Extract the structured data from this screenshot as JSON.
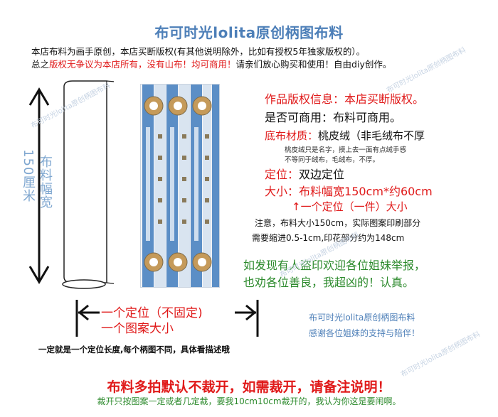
{
  "title": "布可时光lolita原创柄图布料",
  "intro": {
    "line1": "本店布料为画手原创，本店买断版权(有其他说明除外，比如有授权5年独家版权的）。",
    "line2_a": "总之",
    "line2_b": "版权无争议为本店所有，没有山布！均可商用！",
    "line2_c": "请亲们放心购买和使用！自由diy创作。"
  },
  "dimension": {
    "vertical_num": "150",
    "vertical_unit": "厘米",
    "vertical_text": "布料幅宽",
    "horizontal_line1": "一个定位（不固定)",
    "horizontal_line2": "一个图案大小"
  },
  "info": {
    "copyright": "作品版权信息：本店买断版权。",
    "commercial": "是否可商用：布料可商用。",
    "material_label": "底布材质：",
    "material_value": "桃皮绒（非毛绒布不厚",
    "material_note1": "桃皮绒只是名字，摸上去一面有点绒手感",
    "material_note2": "不等同于绒布，毛绒布，不厚。",
    "position_label": "定位：",
    "position_value": "双边定位",
    "size_label": "大小：",
    "size_value": "布料幅宽150cm*约60cm",
    "size_one": "↑一个定位（一件）大小",
    "note1": "注意，布料大小150cm，实际图案印刷部分",
    "note2": "需要缩进0.5-1cm,印花部分约为148cm",
    "report1": "如发现有人盗印欢迎各位姐妹举报，",
    "report2": "也劝各位善良，我超凶的！认真。"
  },
  "brand": {
    "line1": "布可时光lolita原创柄图布料",
    "line2": "感谢各位姐妹的支持与陪伴！"
  },
  "bottom_note": "一定就是一个定位长度,每个柄图不同，具体看描述哦",
  "warning": "布料多拍默认不裁开，如需裁开，请备注说明！",
  "warning_sub": "裁开只按图案一定或者几定裁，要我10cm10cm裁开的，我认为你这是要闹啊。",
  "watermark": "布可时光lolita原创柄图布料",
  "colors": {
    "accent_blue": "#4d7fb8",
    "red": "#e01a1a",
    "green": "#2c8a2c",
    "fabric_stripe": "#5b8ec6"
  }
}
